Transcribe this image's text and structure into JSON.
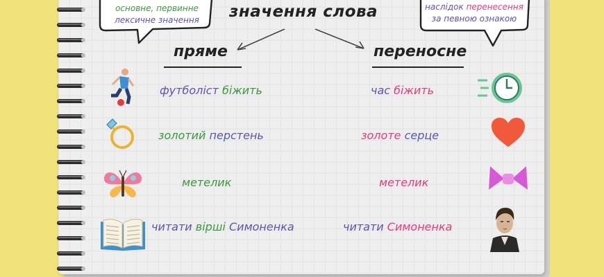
{
  "title": "значення слова",
  "left_bubble": {
    "line1a": "основне, ",
    "line1b": "первинне",
    "line2": "лексичне значення"
  },
  "right_bubble": {
    "line1a": "наслідок ",
    "line1b": "перенесення",
    "line2": "за певною ознакою"
  },
  "left_heading": "пряме",
  "right_heading": "переносне",
  "colors": {
    "purple": "#5b54b4",
    "green": "#3a9a3f",
    "pink": "#e23c7f",
    "dark": "#222222"
  },
  "rows": [
    {
      "left": [
        {
          "t": "футболіст ",
          "c": "purple"
        },
        {
          "t": "біжить",
          "c": "green"
        }
      ],
      "right": [
        {
          "t": "час ",
          "c": "purple"
        },
        {
          "t": "біжить",
          "c": "pink"
        }
      ],
      "left_icon": "footballer-icon",
      "right_icon": "clock-icon"
    },
    {
      "left": [
        {
          "t": "золотий",
          "c": "green"
        },
        {
          "t": " перстень",
          "c": "purple"
        }
      ],
      "right": [
        {
          "t": "золоте",
          "c": "pink"
        },
        {
          "t": " серце",
          "c": "purple"
        }
      ],
      "left_icon": "ring-icon",
      "right_icon": "heart-icon"
    },
    {
      "left": [
        {
          "t": "метелик",
          "c": "green"
        }
      ],
      "right": [
        {
          "t": "метелик",
          "c": "pink"
        }
      ],
      "left_icon": "butterfly-icon",
      "right_icon": "bow-icon"
    },
    {
      "left": [
        {
          "t": "читати ",
          "c": "purple"
        },
        {
          "t": "вірші",
          "c": "green"
        },
        {
          "t": " Симоненка",
          "c": "purple"
        }
      ],
      "right": [
        {
          "t": "читати ",
          "c": "purple"
        },
        {
          "t": "Симоненка",
          "c": "pink"
        }
      ],
      "left_icon": "book-icon",
      "right_icon": "portrait-icon"
    }
  ]
}
